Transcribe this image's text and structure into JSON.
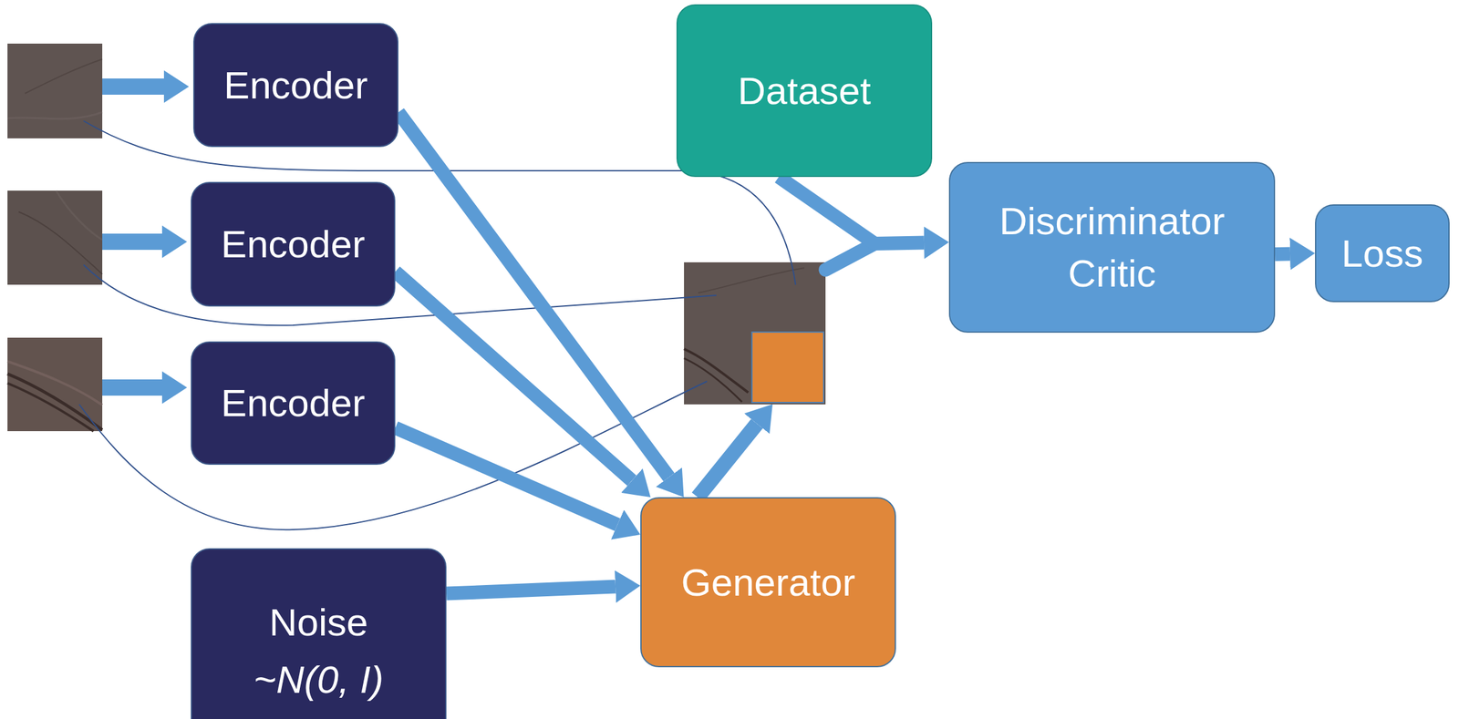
{
  "diagram": {
    "nodes": [
      {
        "text": [
          "Encoder"
        ]
      },
      {
        "text": [
          "Dataset"
        ]
      },
      {
        "text": [
          "Encoder"
        ]
      },
      {
        "text": [
          "Discriminator Critic"
        ]
      },
      {
        "text": [
          "Loss"
        ]
      },
      {
        "text": [
          "Encoder"
        ]
      },
      {
        "text": [
          "Generator"
        ]
      },
      {
        "text": [
          "Noise",
          "~N(0, I)"
        ]
      }
    ],
    "edges": [
      {
        "from": 0,
        "to": 6,
        "arrow": "to"
      },
      {
        "from": 2,
        "to": 6,
        "arrow": "to"
      },
      {
        "from": 5,
        "to": 6,
        "arrow": "to"
      },
      {
        "from": 7,
        "to": 6,
        "arrow": "to"
      },
      {
        "from": 1,
        "to": 3,
        "arrow": "to"
      },
      {
        "from": 3,
        "to": 4,
        "arrow": "to"
      }
    ]
  }
}
